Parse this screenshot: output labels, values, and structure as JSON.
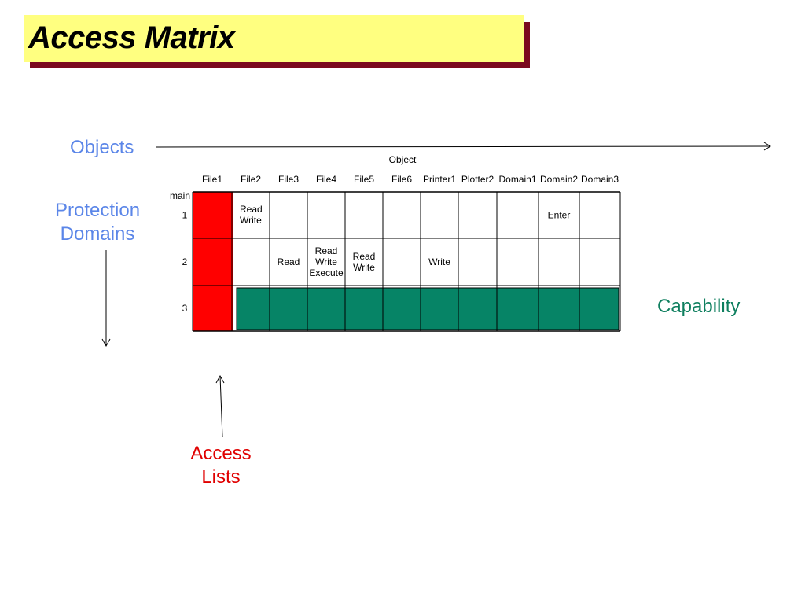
{
  "title": "Access Matrix",
  "labels": {
    "objects": "Objects",
    "protection_line1": "Protection",
    "protection_line2": "Domains",
    "capability": "Capability",
    "access_line1": "Access",
    "access_line2": "Lists"
  },
  "colors": {
    "title_bg": "#ffff80",
    "title_shadow": "#7b0a1e",
    "objects_label": "#5b86e8",
    "access_list_highlight": "#ff0000",
    "capability_highlight": "#068466"
  },
  "matrix": {
    "object_header": "Object",
    "domain_header": "main",
    "columns": [
      "File1",
      "File2",
      "File3",
      "File4",
      "File5",
      "File6",
      "Printer1",
      "Plotter2",
      "Domain1",
      "Domain2",
      "Domain3"
    ],
    "rows": [
      {
        "domain": "1",
        "cells": [
          "",
          "Read\nWrite",
          "",
          "",
          "",
          "",
          "",
          "",
          "",
          "Enter",
          ""
        ]
      },
      {
        "domain": "2",
        "cells": [
          "",
          "",
          "Read",
          "Read\nWrite\nExecute",
          "Read\nWrite",
          "",
          "Write",
          "",
          "",
          "",
          ""
        ]
      },
      {
        "domain": "3",
        "cells": [
          "",
          "",
          "",
          "",
          "",
          "",
          "",
          "",
          "",
          "",
          ""
        ]
      }
    ]
  }
}
